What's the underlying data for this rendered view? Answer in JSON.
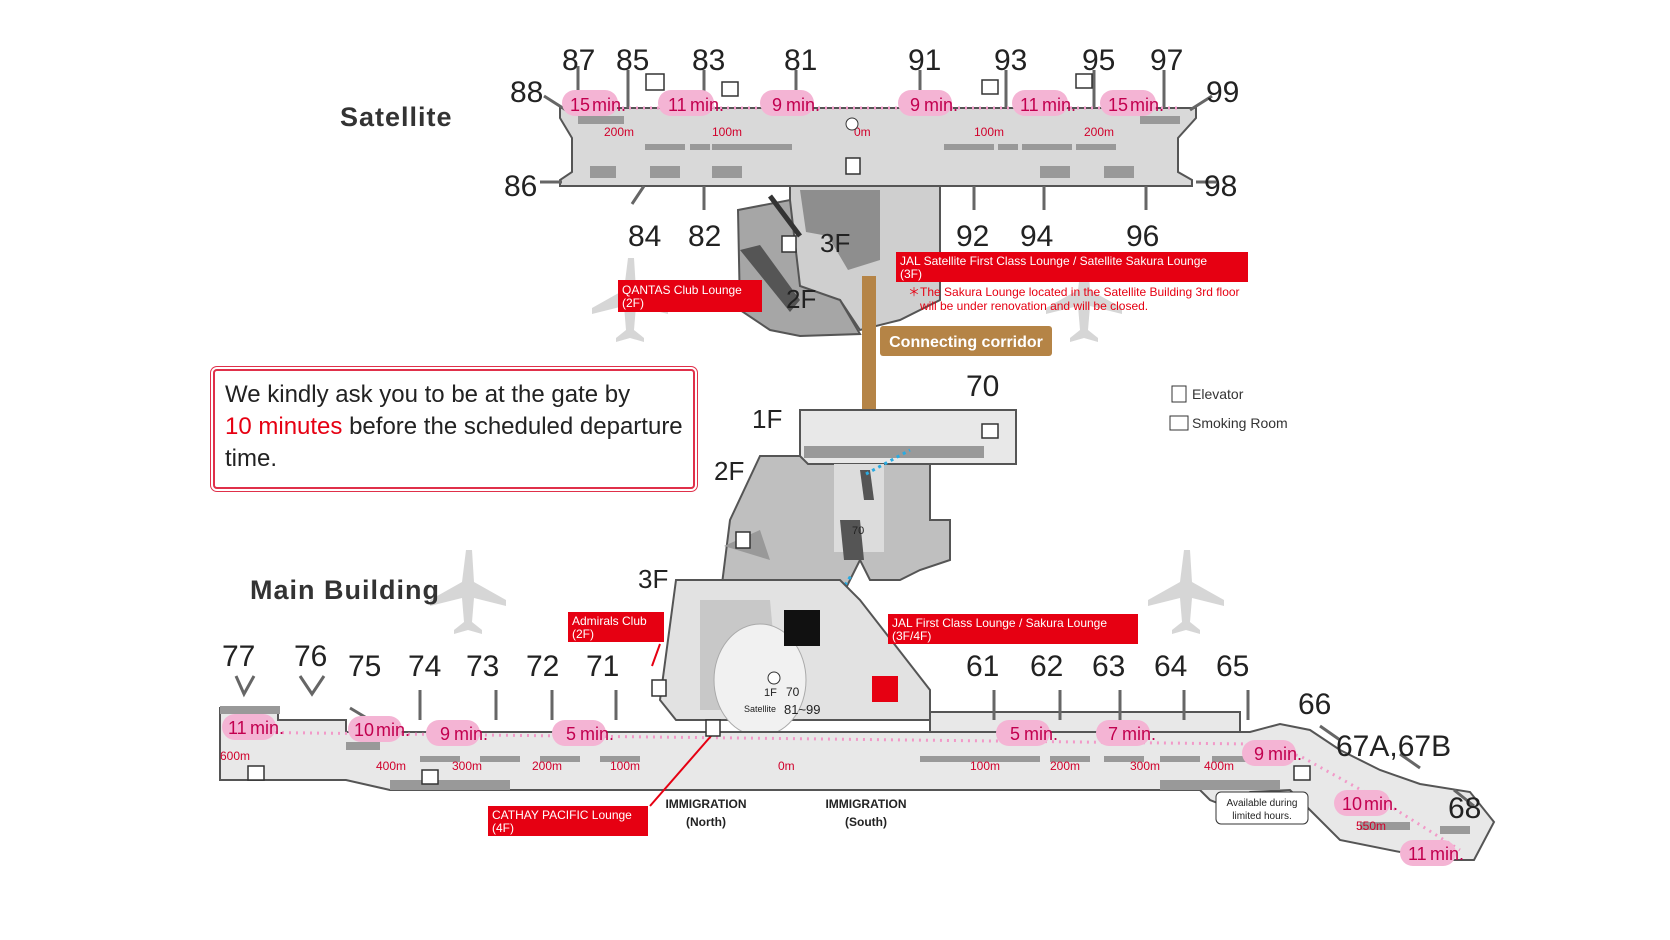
{
  "buildings": {
    "satellite": "Satellite",
    "main": "Main Building"
  },
  "floors": {
    "sat_3f": "3F",
    "sat_2f": "2F",
    "mid_1f": "1F",
    "mid_2f": "2F",
    "main_3f": "3F"
  },
  "satellite_gates": [
    "88",
    "87",
    "85",
    "83",
    "81",
    "91",
    "93",
    "95",
    "97",
    "99",
    "86",
    "84",
    "82",
    "92",
    "94",
    "96",
    "98"
  ],
  "main_gates": [
    "77",
    "76",
    "75",
    "74",
    "73",
    "72",
    "71",
    "61",
    "62",
    "63",
    "64",
    "65",
    "66",
    "67A,67B",
    "68",
    "70"
  ],
  "satellite_walk_times": [
    "15",
    "11",
    "9",
    "9",
    "11",
    "15"
  ],
  "main_walk_times": [
    "11",
    "10",
    "9",
    "5",
    "5",
    "7",
    "9",
    "10",
    "11"
  ],
  "min_label": "min.",
  "satellite_distances": [
    "200m",
    "100m",
    "0m",
    "100m",
    "200m"
  ],
  "main_distances": [
    "600m",
    "400m",
    "300m",
    "200m",
    "100m",
    "0m",
    "100m",
    "200m",
    "300m",
    "400m",
    "550m"
  ],
  "lounges": {
    "qantas": {
      "name": "QANTAS Club Lounge",
      "floor": "(2F)"
    },
    "jal_satellite": {
      "name": "JAL Satellite First Class Lounge / Satellite Sakura Lounge",
      "floor": "(3F)"
    },
    "admirals": {
      "name": "Admirals Club",
      "floor": "(2F)"
    },
    "jal_first": {
      "name": "JAL First Class Lounge / Sakura Lounge",
      "floor": "(3F/4F)"
    },
    "cathay": {
      "name": "CATHAY PACIFIC Lounge",
      "floor": "(4F)"
    }
  },
  "renovation_note": {
    "line1": "＊The Sakura Lounge located in the Satellite Building 3rd floor",
    "line2": "will be under renovation and will be closed."
  },
  "connecting_corridor": "Connecting corridor",
  "notice": {
    "before": "We kindly ask you to be at the gate by",
    "highlight": "10 minutes",
    "after": "before the scheduled departure time."
  },
  "legend": {
    "elevator": "Elevator",
    "smoking": "Smoking Room"
  },
  "immigration": {
    "north_title": "IMMIGRATION",
    "north_sub": "(North)",
    "south_title": "IMMIGRATION",
    "south_sub": "(South)"
  },
  "available_note": {
    "line1": "Available during",
    "line2": "limited hours."
  },
  "directions": {
    "to70": "70",
    "onef": "1F",
    "to70b": "70",
    "satellite_prefix": "Satellite",
    "satellite_range": "81~99"
  },
  "colors": {
    "lounge_red": "#e60012",
    "walk_pill": "#f4b4d4",
    "corridor": "#b58446",
    "walkway_dots": "#f299c8",
    "escalator_dots": "#29abe2"
  }
}
